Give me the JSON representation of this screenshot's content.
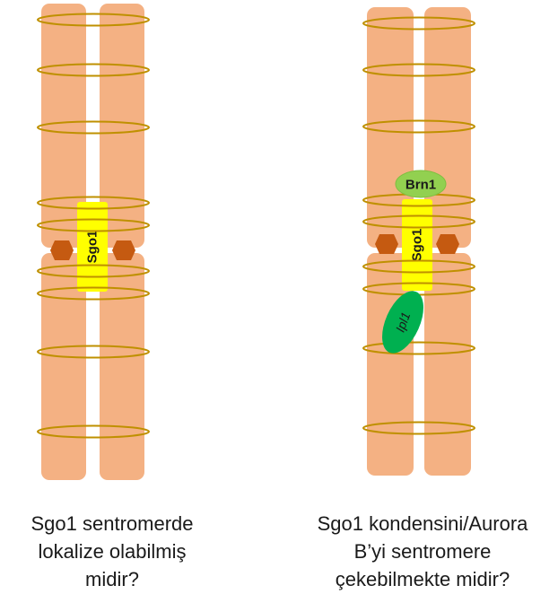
{
  "left_panel": {
    "protein_label": "Sgo1",
    "caption_lines": [
      "Sgo1 sentromerde",
      "lokalize olabilmiş",
      "midir?"
    ]
  },
  "right_panel": {
    "protein_label": "Sgo1",
    "condensin_label": "Brn1",
    "aurora_label": "Ipl1",
    "caption_lines": [
      "Sgo1 kondensini/Aurora",
      "B’yi sentromere",
      "çekebilmekte midir?"
    ]
  },
  "colors": {
    "chromatid": "#f4b183",
    "cohesin_ring": "#bf9000",
    "sgo1": "#ffff00",
    "kinetochore": "#c55a11",
    "condensin": "#92d050",
    "aurora_b": "#00b050"
  }
}
